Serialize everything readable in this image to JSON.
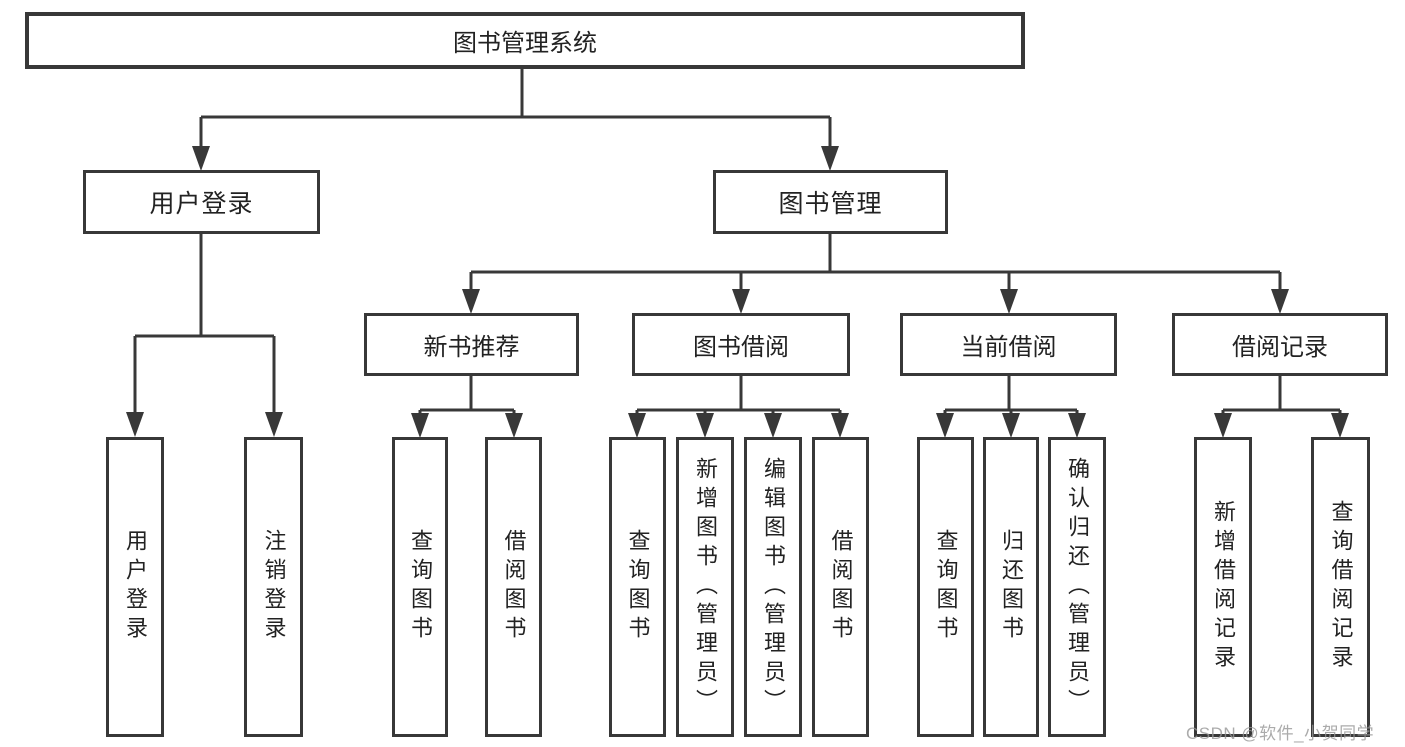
{
  "diagram_title": "图书管理系统",
  "colors": {
    "line": "#383838",
    "text": "#222222",
    "background": "#ffffff",
    "watermark": "#969696"
  },
  "nodes": {
    "root": {
      "label": "图书管理系统"
    },
    "level2": [
      {
        "label": "用户登录"
      },
      {
        "label": "图书管理"
      }
    ],
    "level3": [
      {
        "label": "新书推荐",
        "parent": "图书管理"
      },
      {
        "label": "图书借阅",
        "parent": "图书管理"
      },
      {
        "label": "当前借阅",
        "parent": "图书管理"
      },
      {
        "label": "借阅记录",
        "parent": "图书管理"
      }
    ],
    "leaves": [
      {
        "label": "用户登录",
        "parent": "用户登录"
      },
      {
        "label": "注销登录",
        "parent": "用户登录"
      },
      {
        "label": "查询图书",
        "parent": "新书推荐"
      },
      {
        "label": "借阅图书",
        "parent": "新书推荐"
      },
      {
        "label": "查询图书",
        "parent": "图书借阅"
      },
      {
        "label": "新增图书（管理员）",
        "parent": "图书借阅"
      },
      {
        "label": "编辑图书（管理员）",
        "parent": "图书借阅"
      },
      {
        "label": "借阅图书",
        "parent": "图书借阅"
      },
      {
        "label": "查询图书",
        "parent": "当前借阅"
      },
      {
        "label": "归还图书",
        "parent": "当前借阅"
      },
      {
        "label": "确认归还（管理员）",
        "parent": "当前借阅"
      },
      {
        "label": "新增借阅记录",
        "parent": "借阅记录"
      },
      {
        "label": "查询借阅记录",
        "parent": "借阅记录"
      }
    ]
  },
  "watermark": {
    "text": "CSDN @软件_小贺同学"
  }
}
